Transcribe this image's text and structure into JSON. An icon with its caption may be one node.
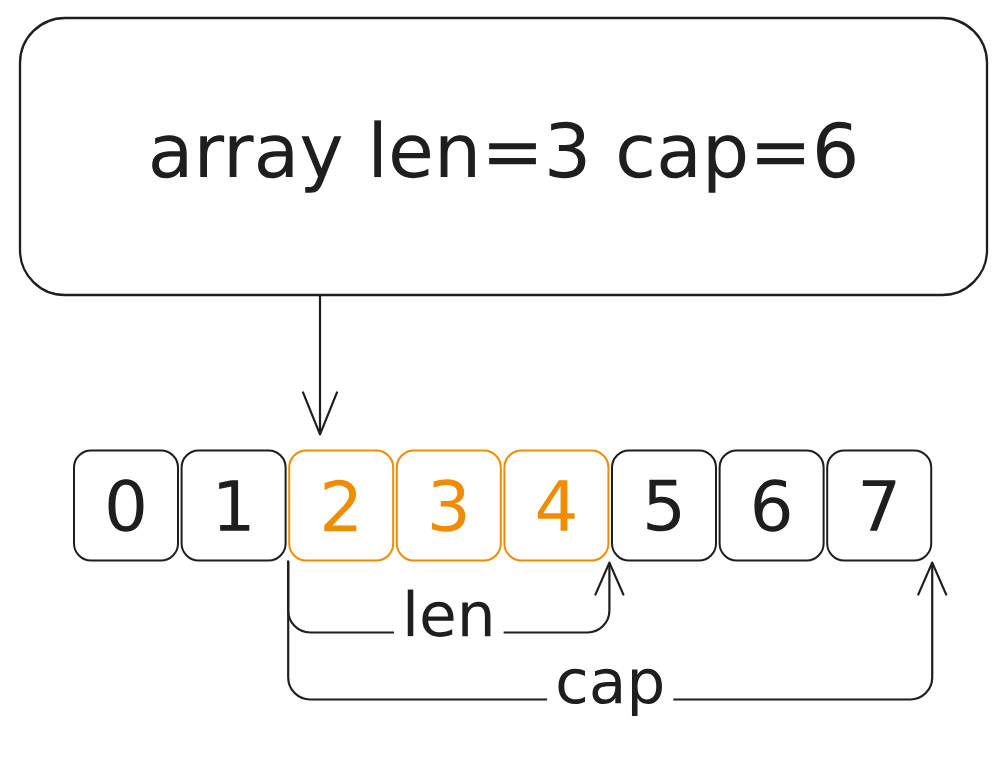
{
  "diagram": {
    "nodes": [
      {
        "text": [
          "array len=3 cap=6"
        ]
      },
      {
        "text": [
          "0"
        ]
      },
      {
        "text": [
          "1"
        ]
      },
      {
        "text": [
          "2"
        ]
      },
      {
        "text": [
          "3"
        ]
      },
      {
        "text": [
          "4"
        ]
      },
      {
        "text": [
          "5"
        ]
      },
      {
        "text": [
          "6"
        ]
      },
      {
        "text": [
          "7"
        ]
      }
    ],
    "edges": [
      {
        "from": 0,
        "to": 3,
        "arrow": "to"
      },
      {
        "from": 3,
        "to": 5,
        "arrow": "to",
        "label": "len"
      },
      {
        "from": 3,
        "to": 8,
        "arrow": "to",
        "label": "cap"
      }
    ]
  }
}
